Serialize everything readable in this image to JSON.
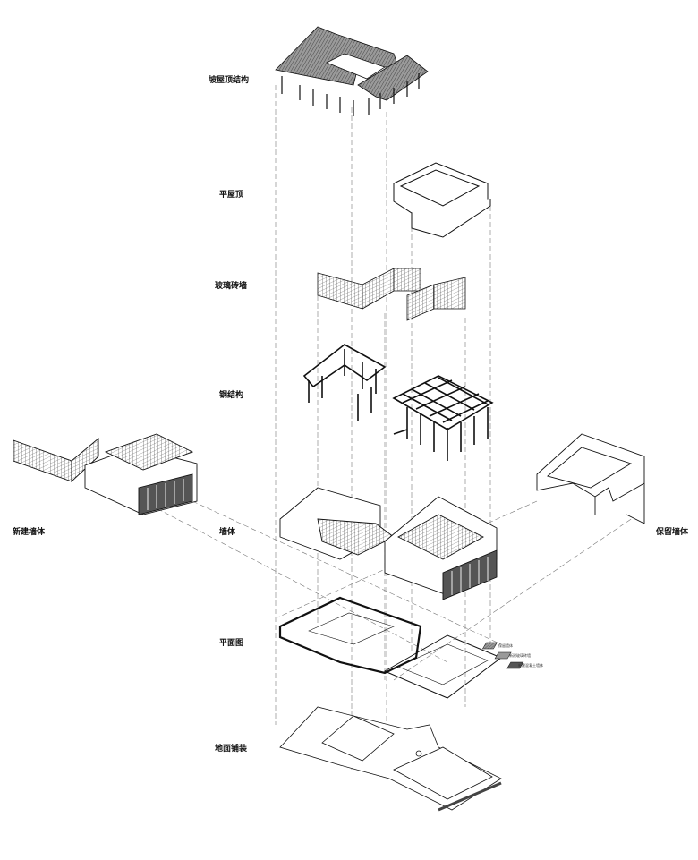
{
  "labels": {
    "pitched_roof": "坡屋顶结构",
    "flat_roof": "平屋顶",
    "glass_brick_wall": "玻璃砖墙",
    "steel_structure": "钢结构",
    "new_wall": "新建墙体",
    "wall": "墙体",
    "retained_wall": "保留墙体",
    "floor_plan": "平面图",
    "ground_paving": "地面铺装"
  },
  "legend": [
    {
      "label": "保留墙体",
      "fill": "hatch"
    },
    {
      "label": "新建玻璃砖墙",
      "fill": "#9a9a9a"
    },
    {
      "label": "新建混凝土墙体",
      "fill": "#555555"
    }
  ],
  "colors": {
    "line": "#111111",
    "hatch": "#555555",
    "dash": "#777777"
  }
}
